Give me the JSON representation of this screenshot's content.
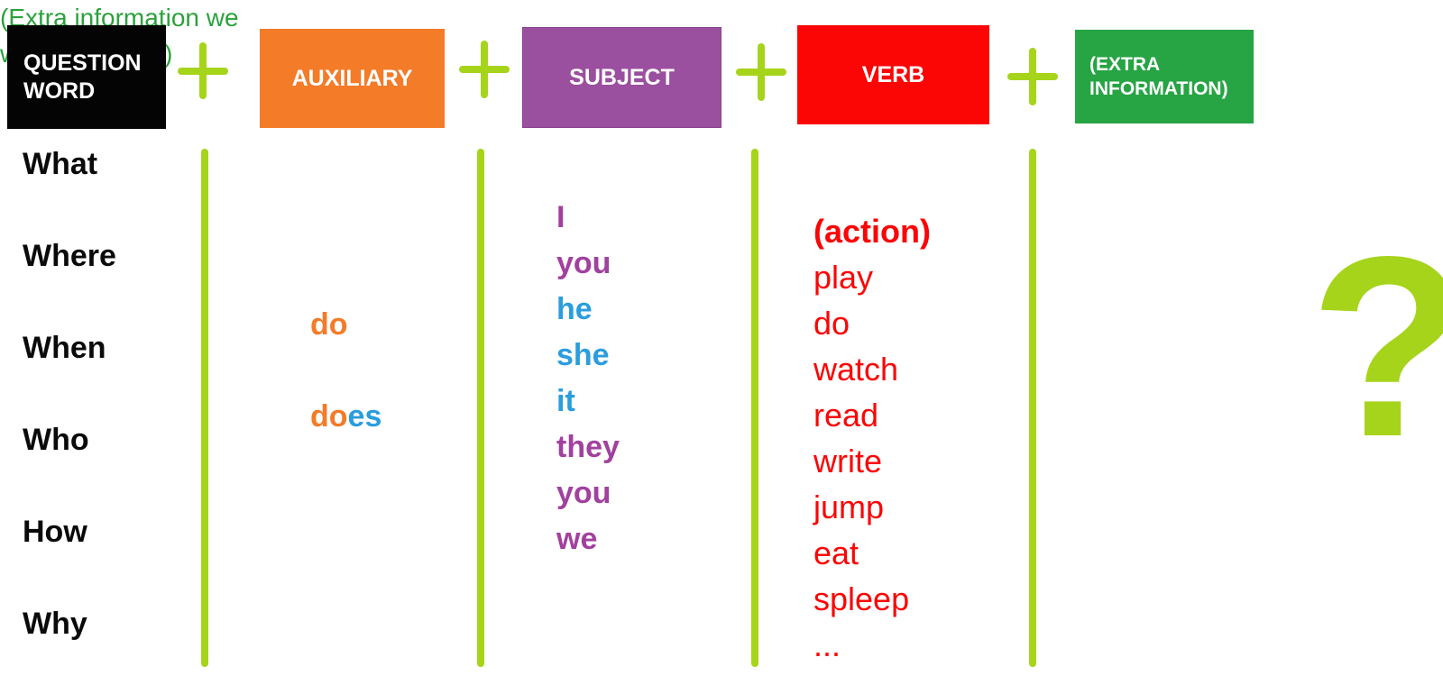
{
  "palette": {
    "lime": "#a6d41b",
    "orange": "#f47b28",
    "purple_box": "#9a4f9f",
    "red": "#fb0505",
    "green_box": "#27a444",
    "black_box": "#040404",
    "blue_text": "#2b9ddd",
    "purple_text": "#a1419e",
    "green_text": "#2ba23c"
  },
  "header": {
    "plus_symbol": "+",
    "boxes": [
      {
        "id": "question-word",
        "label": "QUESTION WORD"
      },
      {
        "id": "auxiliary",
        "label": "AUXILIARY"
      },
      {
        "id": "subject",
        "label": "SUBJECT"
      },
      {
        "id": "verb",
        "label": "VERB"
      },
      {
        "id": "extra-information",
        "label": "(EXTRA INFORMATION)"
      }
    ]
  },
  "columns": {
    "question_words": [
      "What",
      "Where",
      "When",
      "Who",
      "How",
      "Why"
    ],
    "auxiliary": [
      {
        "text": "do",
        "color": "#f47b28"
      },
      {
        "parts": [
          {
            "text": "do",
            "color": "#f47b28"
          },
          {
            "text": "es",
            "color": "#2b9ddd"
          }
        ]
      }
    ],
    "subjects": [
      {
        "text": "I",
        "color": "#a1419e"
      },
      {
        "text": "you",
        "color": "#a1419e"
      },
      {
        "text": "he",
        "color": "#2b9ddd"
      },
      {
        "text": "she",
        "color": "#2b9ddd"
      },
      {
        "text": "it",
        "color": "#2b9ddd"
      },
      {
        "text": "they",
        "color": "#a1419e"
      },
      {
        "text": "you",
        "color": "#a1419e"
      },
      {
        "text": "we",
        "color": "#a1419e"
      }
    ],
    "verbs": [
      {
        "text": "(action)",
        "bold": true
      },
      "play",
      "do",
      "watch",
      "read",
      "write",
      "jump",
      "eat",
      "spleep",
      "..."
    ],
    "extra_note": "(Extra information we want ot ask for)",
    "question_mark": "?"
  }
}
